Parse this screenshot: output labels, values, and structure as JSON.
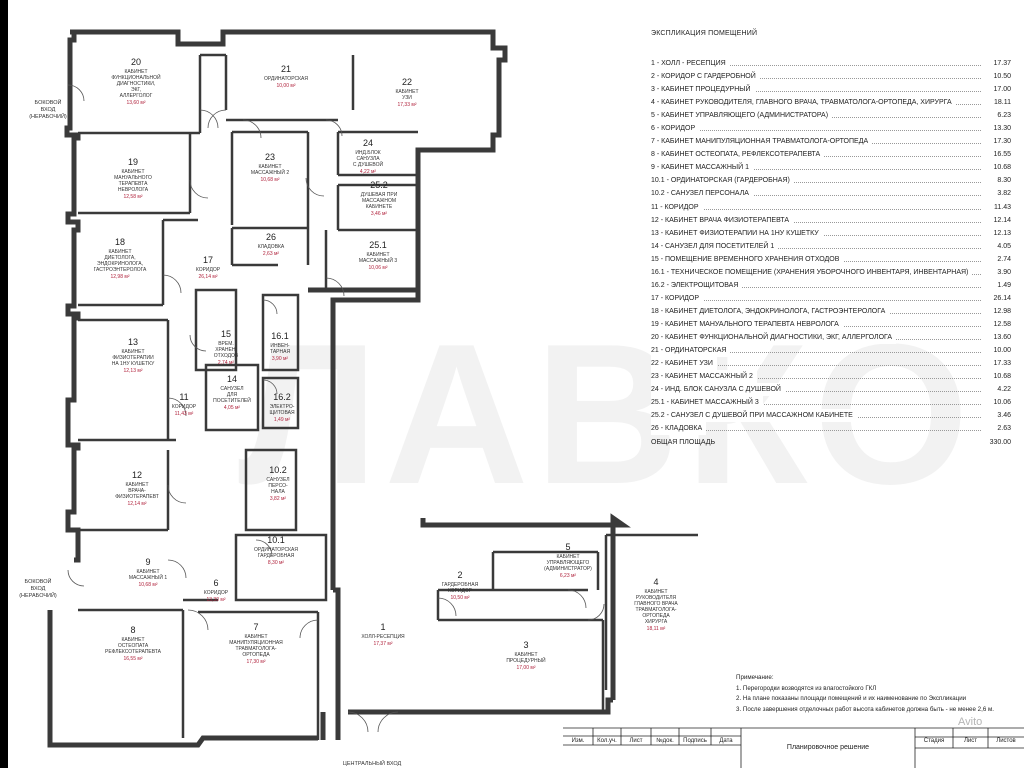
{
  "explication": {
    "title": "ЭКСПЛИКАЦИЯ ПОМЕЩЕНИЙ",
    "rows": [
      {
        "name": "1 - ХОЛЛ - РЕСЕПЦИЯ",
        "area": "17.37"
      },
      {
        "name": "2 - КОРИДОР С ГАРДЕРОБНОЙ",
        "area": "10.50"
      },
      {
        "name": "3 - КАБИНЕТ ПРОЦЕДУРНЫЙ",
        "area": "17.00"
      },
      {
        "name": "4 - КАБИНЕТ РУКОВОДИТЕЛЯ, ГЛАВНОГО ВРАЧА, ТРАВМАТОЛОГА-ОРТОПЕДА, ХИРУРГА",
        "area": "18.11"
      },
      {
        "name": "5 - КАБИНЕТ УПРАВЛЯЮЩЕГО (АДМИНИСТРАТОРА)",
        "area": "6.23"
      },
      {
        "name": "6 - КОРИДОР",
        "area": "13.30"
      },
      {
        "name": "7 - КАБИНЕТ МАНИПУЛЯЦИОННАЯ ТРАВМАТОЛОГА-ОРТОПЕДА",
        "area": "17.30"
      },
      {
        "name": "8 - КАБИНЕТ ОСТЕОПАТА, РЕФЛЕКСОТЕРАПЕВТА",
        "area": "16.55"
      },
      {
        "name": "9 - КАБИНЕТ МАССАЖНЫЙ 1",
        "area": "10.68"
      },
      {
        "name": "10.1 - ОРДИНАТОРСКАЯ (ГАРДЕРОБНАЯ)",
        "area": "8.30"
      },
      {
        "name": "10.2 - САНУЗЕЛ ПЕРСОНАЛА",
        "area": "3.82"
      },
      {
        "name": "11 - КОРИДОР",
        "area": "11.43"
      },
      {
        "name": "12 - КАБИНЕТ ВРАЧА ФИЗИОТЕРАПЕВТА",
        "area": "12.14"
      },
      {
        "name": "13 - КАБИНЕТ ФИЗИОТЕРАПИИ НА 1НУ КУШЕТКУ",
        "area": "12.13"
      },
      {
        "name": "14 - САНУЗЕЛ ДЛЯ ПОСЕТИТЕЛЕЙ 1",
        "area": "4.05"
      },
      {
        "name": "15 - ПОМЕЩЕНИЕ ВРЕМЕННОГО ХРАНЕНИЯ ОТХОДОВ",
        "area": "2.74"
      },
      {
        "name": "16.1 - ТЕХНИЧЕСКОЕ ПОМЕЩЕНИЕ (ХРАНЕНИЯ УБОРОЧНОГО ИНВЕНТАРЯ, ИНВЕНТАРНАЯ)",
        "area": "3.90"
      },
      {
        "name": "16.2 - ЭЛЕКТРОЩИТОВАЯ",
        "area": "1.49"
      },
      {
        "name": "17 - КОРИДОР",
        "area": "26.14"
      },
      {
        "name": "18 - КАБИНЕТ ДИЕТОЛОГА, ЭНДОКРИНОЛОГА, ГАСТРОЭНТЕРОЛОГА",
        "area": "12.98"
      },
      {
        "name": "19 - КАБИНЕТ МАНУАЛЬНОГО ТЕРАПЕВТА НЕВРОЛОГА",
        "area": "12.58"
      },
      {
        "name": "20 - КАБИНЕТ ФУНКЦИОНАЛЬНОЙ ДИАГНОСТИКИ, ЭКГ, АЛЛЕРГОЛОГА",
        "area": "13.60"
      },
      {
        "name": "21 - ОРДИНАТОРСКАЯ",
        "area": "10.00"
      },
      {
        "name": "22 - КАБИНЕТ УЗИ",
        "area": "17.33"
      },
      {
        "name": "23 - КАБИНЕТ МАССАЖНЫЙ 2",
        "area": "10.68"
      },
      {
        "name": "24 - ИНД. БЛОК САНУЗЛА С ДУШЕВОЙ",
        "area": "4.22"
      },
      {
        "name": "25.1 - КАБИНЕТ МАССАЖНЫЙ 3",
        "area": "10.06"
      },
      {
        "name": "25.2 - САНУЗЕЛ С ДУШЕВОЙ ПРИ МАССАЖНОМ КАБИНЕТЕ",
        "area": "3.46"
      },
      {
        "name": "26 - КЛАДОВКА",
        "area": "2.63"
      }
    ],
    "total_label": "ОБЩАЯ ПЛОЩАДЬ",
    "total_value": "330.00"
  },
  "notes": {
    "title": "Примечание:",
    "items": [
      "1. Перегородки возводятся из влагостойкого ГКЛ",
      "2. На плане показаны площади помещений и их наименование по Экспликации",
      "3. После завершения отделочных работ высота кабинетов должна быть - не менее 2,6 м."
    ]
  },
  "title_block": {
    "cols": [
      "Изм.",
      "Кол.уч.",
      "Лист",
      "№док.",
      "Подпись",
      "Дата"
    ],
    "plan_label": "Планировочное решение",
    "stage": "Стадия",
    "sheet": "Лист",
    "sheets": "Листов"
  },
  "brand": "Avito",
  "watermark": "ЛАВКО",
  "plan": {
    "side_entry_top": [
      "БОКОВОЙ",
      "ВХОД",
      "(НЕРАБОЧИЙ)"
    ],
    "side_entry_bottom": [
      "БОКОВОЙ",
      "ВХОД",
      "(НЕРАБОЧИЙ)"
    ],
    "central_entry": "ЦЕНТРАЛЬНЫЙ ВХОД",
    "rooms": [
      {
        "num": "20",
        "lines": [
          "КАБИНЕТ",
          "ФУНКЦИОНАЛЬНОЙ",
          "ДИАГНОСТИКИ,",
          "ЭКГ,",
          "АЛЛЕРГОЛОГ"
        ],
        "area": "13,60 м²"
      },
      {
        "num": "21",
        "lines": [
          "ОРДИНАТОРСКАЯ"
        ],
        "area": "10,00 м²"
      },
      {
        "num": "22",
        "lines": [
          "КАБИНЕТ",
          "УЗИ"
        ],
        "area": "17,33 м²"
      },
      {
        "num": "19",
        "lines": [
          "КАБИНЕТ",
          "МАНУАЛЬНОГО",
          "ТЕРАПЕВТА",
          "НЕВРОЛОГА"
        ],
        "area": "12,58 м²"
      },
      {
        "num": "23",
        "lines": [
          "КАБИНЕТ",
          "МАССАЖНЫЙ 2"
        ],
        "area": "10,68 м²"
      },
      {
        "num": "24",
        "lines": [
          "ИНД.БЛОК",
          "САНУЗЛА",
          "С ДУШЕВОЙ"
        ],
        "area": "4,22 м²"
      },
      {
        "num": "25.2",
        "lines": [
          "ДУШЕВАЯ ПРИ",
          "МАССАЖНОМ",
          "КАБИНЕТЕ"
        ],
        "area": "3,46 м²"
      },
      {
        "num": "18",
        "lines": [
          "КАБИНЕТ",
          "ДИЕТОЛОГА,",
          "ЭНДОКРИНОЛОГА,",
          "ГАСТРОЭНТЕРОЛОГА"
        ],
        "area": "12,98 м²"
      },
      {
        "num": "26",
        "lines": [
          "КЛАДОВКА"
        ],
        "area": "2,63 м²"
      },
      {
        "num": "25.1",
        "lines": [
          "КАБИНЕТ",
          "МАССАЖНЫЙ 3"
        ],
        "area": "10,06 м²"
      },
      {
        "num": "17",
        "lines": [
          "КОРИДОР"
        ],
        "area": "26,14 м²"
      },
      {
        "num": "15",
        "lines": [
          "ВРЕМ.",
          "ХРАНЕН.",
          "ОТХОДОВ"
        ],
        "area": "2,74 м²"
      },
      {
        "num": "16.1",
        "lines": [
          "ИНВЕН-",
          "ТАРНАЯ"
        ],
        "area": "3,90 м²"
      },
      {
        "num": "13",
        "lines": [
          "КАБИНЕТ",
          "ФИЗИОТЕРАПИИ",
          "НА 1НУ КУШЕТКУ"
        ],
        "area": "12,13 м²"
      },
      {
        "num": "14",
        "lines": [
          "САНУЗЕЛ",
          "ДЛЯ",
          "ПОСЕТИТЕЛЕЙ"
        ],
        "area": "4,05 м²"
      },
      {
        "num": "16.2",
        "lines": [
          "ЭЛЕКТРО-",
          "ЩИТОВАЯ"
        ],
        "area": "1,49 м²"
      },
      {
        "num": "11",
        "lines": [
          "КОРИДОР"
        ],
        "area": "11,43 м²"
      },
      {
        "num": "12",
        "lines": [
          "КАБИНЕТ",
          "ВРАЧА-",
          "ФИЗИОТЕРАПЕВТ"
        ],
        "area": "12,14 м²"
      },
      {
        "num": "10.2",
        "lines": [
          "САНУЗЕЛ",
          "ПЕРСО-",
          "НАЛА"
        ],
        "area": "3,82 м²"
      },
      {
        "num": "10.1",
        "lines": [
          "ОРДИНАТОРСКАЯ",
          "ГАРДЕРОБНАЯ"
        ],
        "area": "8,30 м²"
      },
      {
        "num": "9",
        "lines": [
          "КАБИНЕТ",
          "МАССАЖНЫЙ 1"
        ],
        "area": "10,68 м²"
      },
      {
        "num": "5",
        "lines": [
          "КАБИНЕТ",
          "УПРАВЛЯЮЩЕГО",
          "(АДМИНИСТРАТОР)"
        ],
        "area": "6,23 м²"
      },
      {
        "num": "2",
        "lines": [
          "ГАРДЕРОБНАЯ",
          "КОРИДОР"
        ],
        "area": "10,50 м²"
      },
      {
        "num": "4",
        "lines": [
          "КАБИНЕТ",
          "РУКОВОДИТЕЛЯ",
          "ГЛАВНОГО ВРАЧА",
          "ТРАВМАТОЛОГА-",
          "ОРТОПЕДА",
          "ХИРУРГА"
        ],
        "area": "18,11 м²"
      },
      {
        "num": "6",
        "lines": [
          "КОРИДОР"
        ],
        "area": "13,30 м²"
      },
      {
        "num": "1",
        "lines": [
          "ХОЛЛ-РЕСЕПЦИЯ"
        ],
        "area": "17,37 м²"
      },
      {
        "num": "3",
        "lines": [
          "КАБИНЕТ",
          "ПРОЦЕДУРНЫЙ"
        ],
        "area": "17,00 м²"
      },
      {
        "num": "8",
        "lines": [
          "КАБИНЕТ",
          "ОСТЕОПАТА",
          "РЕФЛЕКСОТЕРАПЕВТА"
        ],
        "area": "16,55 м²"
      },
      {
        "num": "7",
        "lines": [
          "КАБИНЕТ",
          "МАНИПУЛЯЦИОННАЯ",
          "ТРАВМАТОЛОГА-",
          "ОРТОПЕДА"
        ],
        "area": "17,30 м²"
      }
    ]
  },
  "colors": {
    "wall": "#3a3a3a",
    "area_text": "#b0213b",
    "frame": "#000000"
  }
}
